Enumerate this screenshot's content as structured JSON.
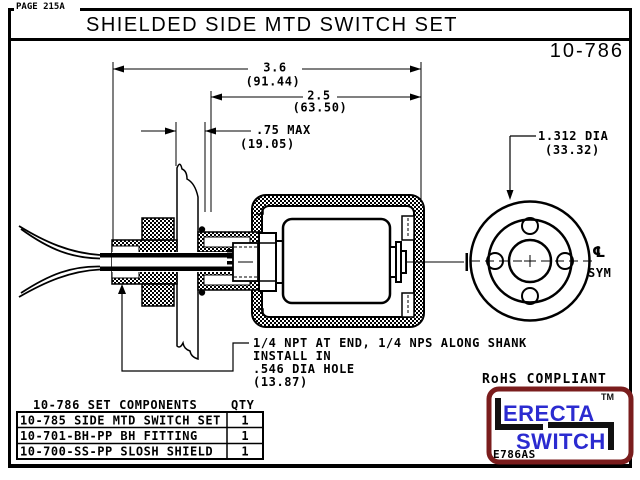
{
  "page": {
    "label": "PAGE 215A",
    "title": "SHIELDED SIDE MTD SWITCH SET",
    "part_number": "10-786"
  },
  "dimensions": {
    "overall_length": {
      "inches": "3.6",
      "mm": "(91.44)"
    },
    "shank_length": {
      "inches": "2.5",
      "mm": "(63.50)"
    },
    "panel_thickness": {
      "inches": ".75 MAX",
      "mm": "(19.05)"
    },
    "flange_diameter": {
      "inches": "1.312 DIA",
      "mm": "(33.32)"
    }
  },
  "centerline": {
    "symbol": "℄",
    "label": "SYM"
  },
  "note": {
    "line1": "1/4 NPT AT END, 1/4 NPS ALONG SHANK",
    "line2": "INSTALL IN",
    "line3": ".546 DIA HOLE",
    "line4": "(13.87)"
  },
  "compliance": "RoHS COMPLIANT",
  "components_table": {
    "header": {
      "name": "10-786 SET COMPONENTS",
      "qty": "QTY"
    },
    "rows": [
      {
        "name": "10-785 SIDE MTD SWITCH SET",
        "qty": "1"
      },
      {
        "name": "10-701-BH-PP BH FITTING",
        "qty": "1"
      },
      {
        "name": "10-700-SS-PP SLOSH SHIELD",
        "qty": "1"
      }
    ]
  },
  "logo": {
    "brand_line1": "ERECTA",
    "brand_line2": "SWITCH",
    "trademark": "TM",
    "code": "E786AS",
    "colors": {
      "border": "#7a1d1d",
      "text": "#2b2bd0",
      "bracket": "#111111"
    }
  }
}
